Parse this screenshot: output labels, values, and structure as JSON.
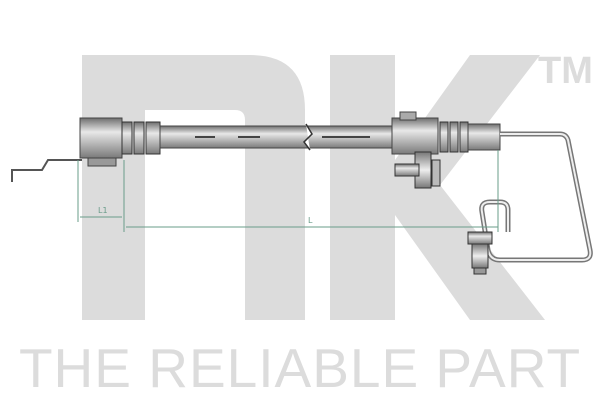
{
  "watermark": {
    "logo": "NK",
    "trademark": "TM",
    "tagline": "THE RELIABLE PART"
  },
  "drawing": {
    "dimension_labels": [
      "L1",
      "L"
    ],
    "colors": {
      "watermark": "#dcdcdc",
      "dimension_line": "#6a9c8a",
      "hose": "#8a8a8a"
    }
  }
}
